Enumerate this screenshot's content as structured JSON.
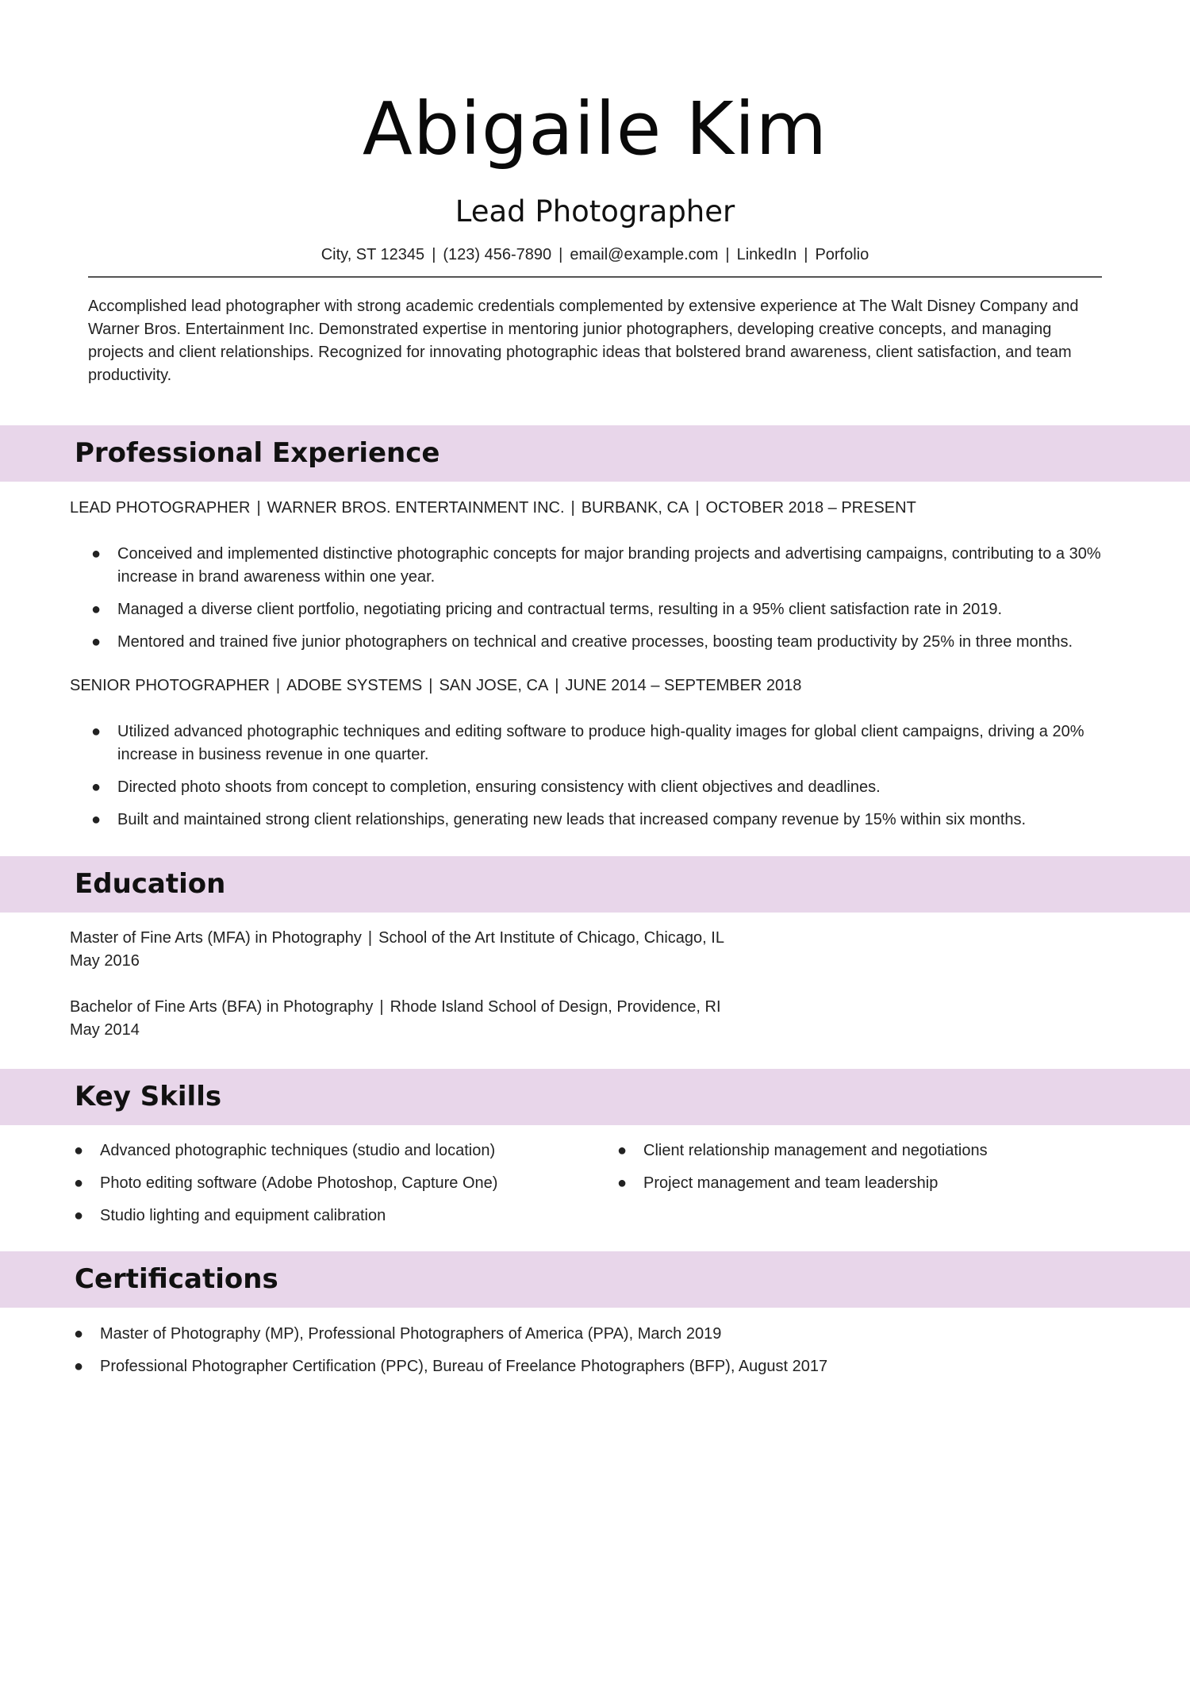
{
  "header": {
    "name": "Abigaile Kim",
    "role": "Lead Photographer",
    "contact": {
      "address": "City, ST 12345",
      "phone": "(123) 456-7890",
      "email": "email@example.com",
      "linkedin": "LinkedIn",
      "portfolio": "Porfolio"
    }
  },
  "summary": "Accomplished lead photographer with strong academic credentials complemented by extensive experience at The Walt Disney Company and Warner Bros. Entertainment Inc. Demonstrated expertise in mentoring junior photographers, developing creative concepts, and managing projects and client relationships. Recognized for innovating photographic ideas that bolstered brand awareness, client satisfaction, and team productivity.",
  "experience": {
    "title": "Professional Experience",
    "jobs": [
      {
        "position": "LEAD PHOTOGRAPHER",
        "company": "WARNER BROS. ENTERTAINMENT INC.",
        "location": "BURBANK, CA",
        "dates": "OCTOBER 2018 – PRESENT",
        "bullets": [
          "Conceived and implemented distinctive photographic concepts for major branding projects and advertising campaigns, contributing to a 30% increase in brand awareness within one year.",
          "Managed a diverse client portfolio, negotiating pricing and contractual terms, resulting in a 95% client satisfaction rate in 2019.",
          "Mentored and trained five junior photographers on technical and creative processes, boosting team productivity by 25% in three months."
        ]
      },
      {
        "position": "SENIOR PHOTOGRAPHER",
        "company": "ADOBE SYSTEMS",
        "location": "SAN JOSE, CA",
        "dates": "JUNE 2014 – SEPTEMBER 2018",
        "bullets": [
          "Utilized advanced photographic techniques and editing software to produce high-quality images for global client campaigns, driving a 20% increase in business revenue in one quarter.",
          "Directed photo shoots from concept to completion, ensuring consistency with client objectives and deadlines.",
          "Built and maintained strong client relationships, generating new leads that increased company revenue by 15% within six months."
        ]
      }
    ]
  },
  "education": {
    "title": "Education",
    "entries": [
      {
        "degree": "Master of Fine Arts (MFA) in Photography",
        "school": "School of the Art Institute of Chicago, Chicago, IL",
        "date": "May 2016"
      },
      {
        "degree": "Bachelor of Fine Arts (BFA) in Photography",
        "school": "Rhode Island School of Design, Providence, RI",
        "date": "May 2014"
      }
    ]
  },
  "skills": {
    "title": "Key Skills",
    "left": [
      "Advanced photographic techniques (studio and location)",
      "Photo editing software (Adobe Photoshop, Capture One)",
      "Studio lighting and equipment calibration"
    ],
    "right": [
      "Client relationship management and negotiations",
      "Project management and team leadership"
    ]
  },
  "certifications": {
    "title": "Certifications",
    "items": [
      "Master of Photography (MP), Professional Photographers of America (PPA), March 2019",
      "Professional Photographer Certification (PPC), Bureau of Freelance Photographers (BFP), August 2017"
    ]
  },
  "colors": {
    "section_band": "#e8d6ea",
    "rule": "#555555",
    "text": "#222222"
  }
}
